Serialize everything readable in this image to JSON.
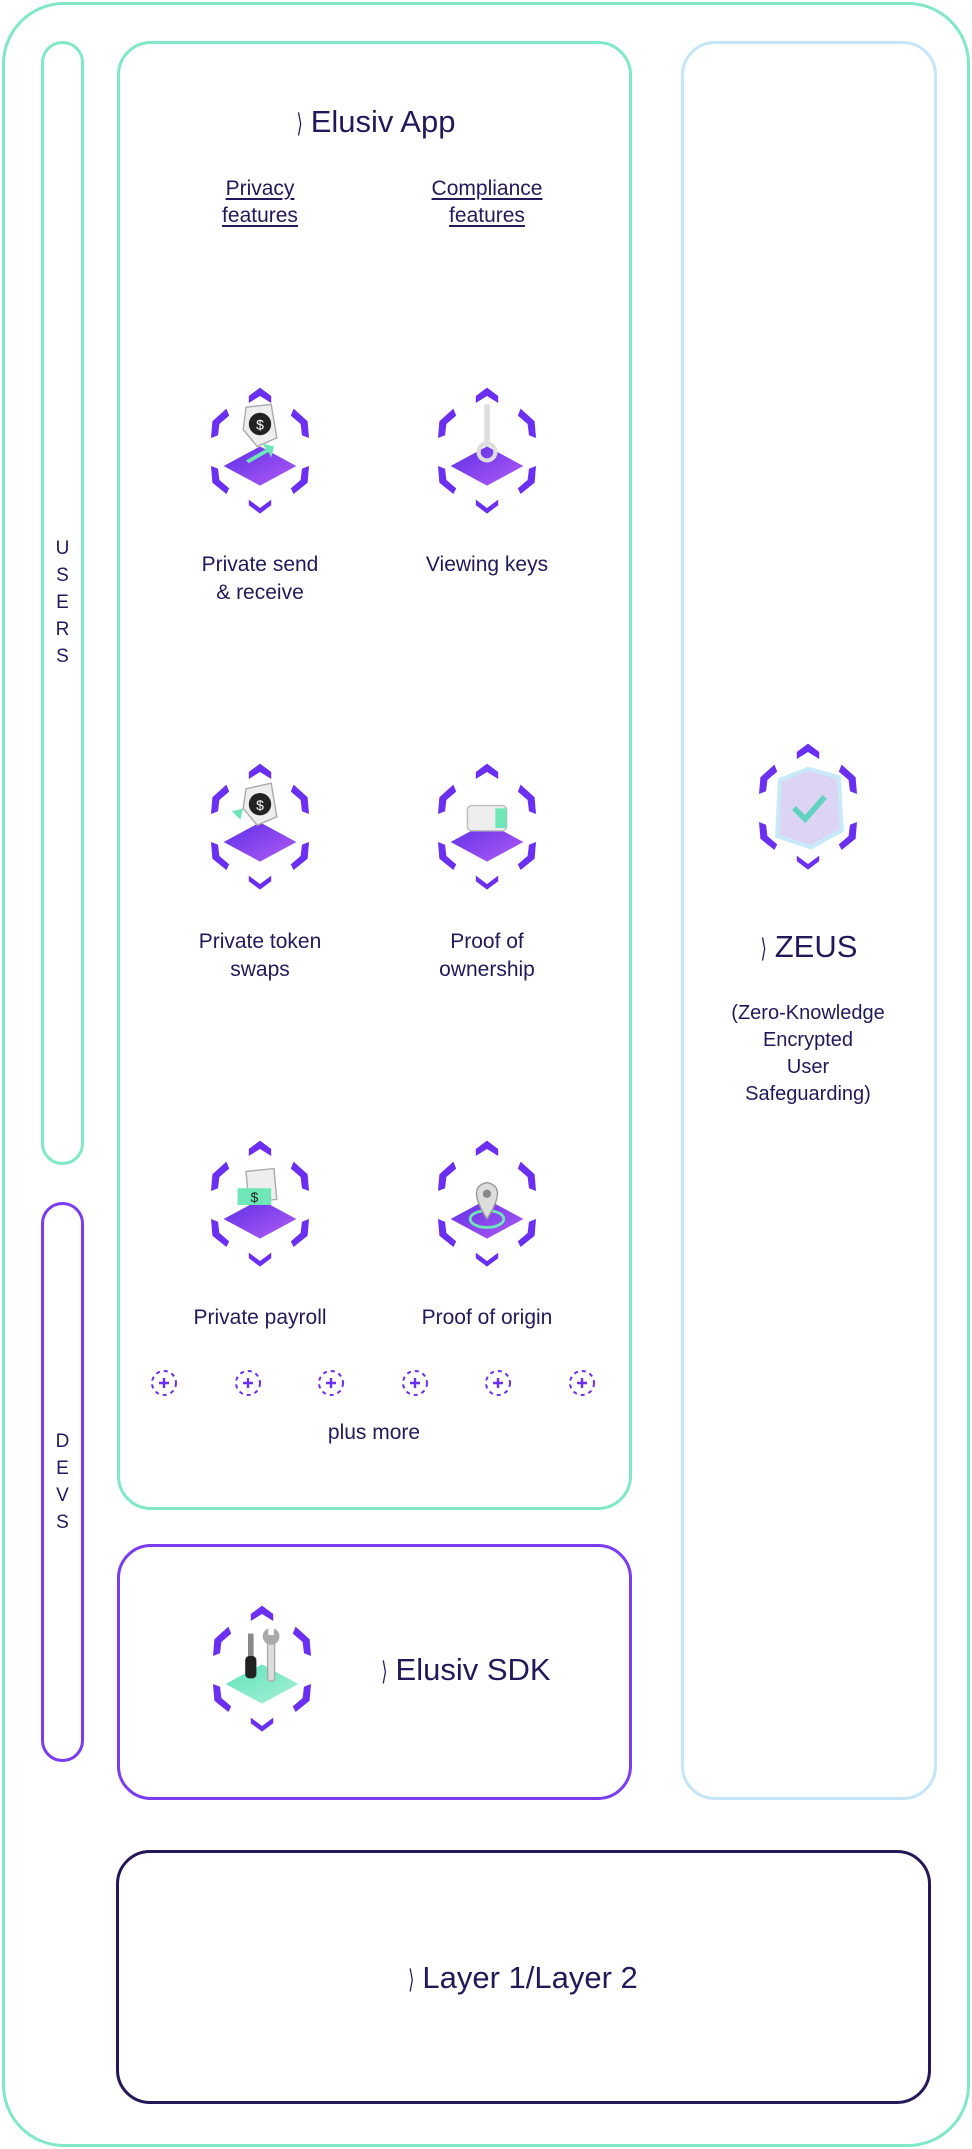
{
  "sidebar": {
    "users_letters": [
      "U",
      "S",
      "E",
      "R",
      "S"
    ],
    "devs_letters": [
      "D",
      "E",
      "V",
      "S"
    ]
  },
  "app": {
    "title": "Elusiv App",
    "links": [
      {
        "line1": "Privacy",
        "line2": "features"
      },
      {
        "line1": "Compliance",
        "line2": "features"
      }
    ],
    "features": [
      {
        "line1": "Private send",
        "line2": "& receive",
        "icon": "send-receive"
      },
      {
        "line1": "Viewing keys",
        "line2": "",
        "icon": "key"
      },
      {
        "line1": "Private token",
        "line2": "swaps",
        "icon": "token-swap"
      },
      {
        "line1": "Proof of",
        "line2": "ownership",
        "icon": "wallet"
      },
      {
        "line1": "Private payroll",
        "line2": "",
        "icon": "payroll"
      },
      {
        "line1": "Proof of origin",
        "line2": "",
        "icon": "location-pin"
      }
    ],
    "plus_more": "plus more"
  },
  "sdk": {
    "title": "Elusiv SDK"
  },
  "zeus": {
    "title": "ZEUS",
    "subtitle_lines": [
      "(Zero-Knowledge",
      "Encrypted",
      "User",
      "Safeguarding)"
    ]
  },
  "layer": {
    "title": "Layer 1/Layer 2"
  },
  "colors": {
    "green": "#80e8c4",
    "purple": "#7b3bf0",
    "navy": "#22195a",
    "light_blue": "#c4e6f8"
  }
}
